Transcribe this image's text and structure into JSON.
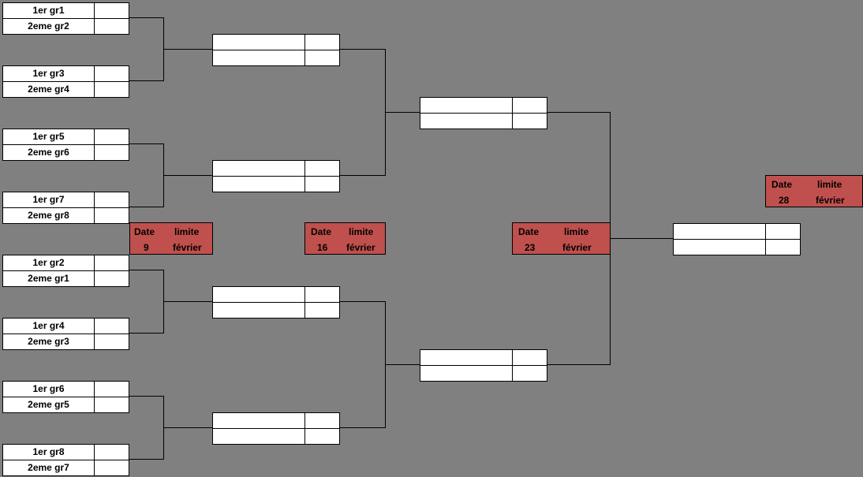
{
  "round1": [
    {
      "top": "1er gr1",
      "bottom": "2eme gr2"
    },
    {
      "top": "1er gr3",
      "bottom": "2eme gr4"
    },
    {
      "top": "1er gr5",
      "bottom": "2eme gr6"
    },
    {
      "top": "1er gr7",
      "bottom": "2eme gr8"
    },
    {
      "top": "1er gr2",
      "bottom": "2eme gr1"
    },
    {
      "top": "1er gr4",
      "bottom": "2eme gr3"
    },
    {
      "top": "1er gr6",
      "bottom": "2eme gr5"
    },
    {
      "top": "1er gr8",
      "bottom": "2eme gr7"
    }
  ],
  "deadlines": [
    {
      "word1": "Date",
      "word2": "limite",
      "day": "9",
      "month": "février"
    },
    {
      "word1": "Date",
      "word2": "limite",
      "day": "16",
      "month": "février"
    },
    {
      "word1": "Date",
      "word2": "limite",
      "day": "23",
      "month": "février"
    },
    {
      "word1": "Date",
      "word2": "limite",
      "day": "28",
      "month": "février"
    }
  ],
  "colors": {
    "background": "#808080",
    "deadline_fill": "#c0504d",
    "cell_fill": "#ffffff"
  }
}
